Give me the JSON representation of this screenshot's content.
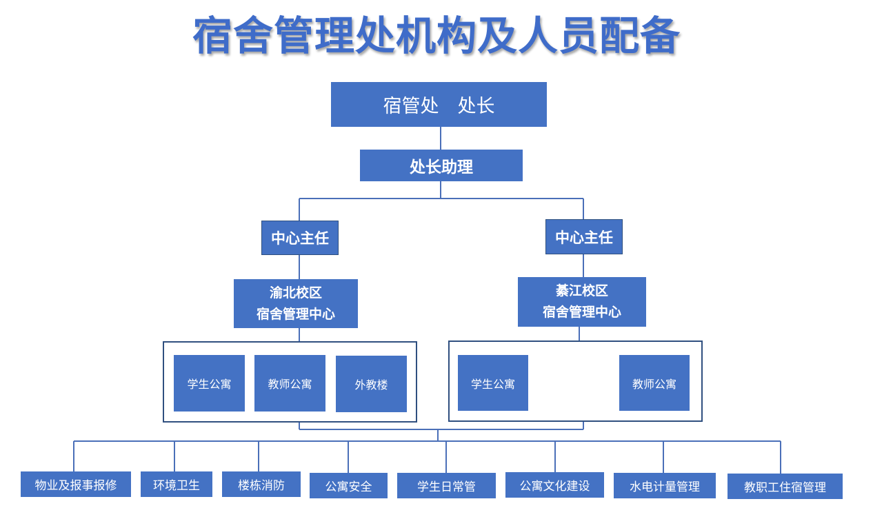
{
  "title": "宿舍管理处机构及人员配备",
  "colors": {
    "box": "#4472c4",
    "line": "#4a6fb8",
    "frame": "#2f4f7f",
    "title": "#3f6cc9"
  },
  "top": {
    "label": "宿管处　处长"
  },
  "assistant": {
    "label": "处长助理"
  },
  "left_branch": {
    "director": "中心主任",
    "center_line1": "渝北校区",
    "center_line2": "宿舍管理中心",
    "units": [
      "学生公寓",
      "教师公寓",
      "外教楼"
    ]
  },
  "right_branch": {
    "director": "中心主任",
    "center_line1": "綦江校区",
    "center_line2": "宿舍管理中心",
    "units": [
      "学生公寓",
      "教师公寓"
    ]
  },
  "functions": [
    "物业及报事报修",
    "环境卫生",
    "楼栋消防",
    "公寓安全",
    "学生日常管",
    "公寓文化建设",
    "水电计量管理",
    "教职工住宿管理"
  ]
}
